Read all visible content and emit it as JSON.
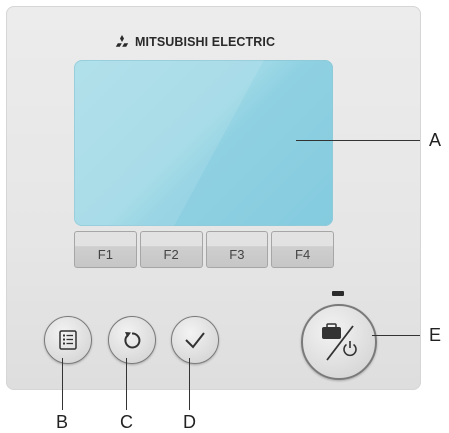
{
  "brand": {
    "name": "MITSUBISHI ELECTRIC",
    "logo_icon": "three-diamonds-logo",
    "text_color": "#2a2a2a"
  },
  "screen": {
    "color": "#9fd9e6"
  },
  "function_keys": [
    {
      "label": "F1"
    },
    {
      "label": "F2"
    },
    {
      "label": "F3"
    },
    {
      "label": "F4"
    }
  ],
  "buttons": [
    {
      "id": "B",
      "icon": "menu-list-icon"
    },
    {
      "id": "C",
      "icon": "return-icon"
    },
    {
      "id": "D",
      "icon": "checkmark-icon"
    },
    {
      "id": "E",
      "icon": "on-off-icon"
    }
  ],
  "callouts": {
    "a": "A",
    "b": "B",
    "c": "C",
    "d": "D",
    "e": "E"
  }
}
